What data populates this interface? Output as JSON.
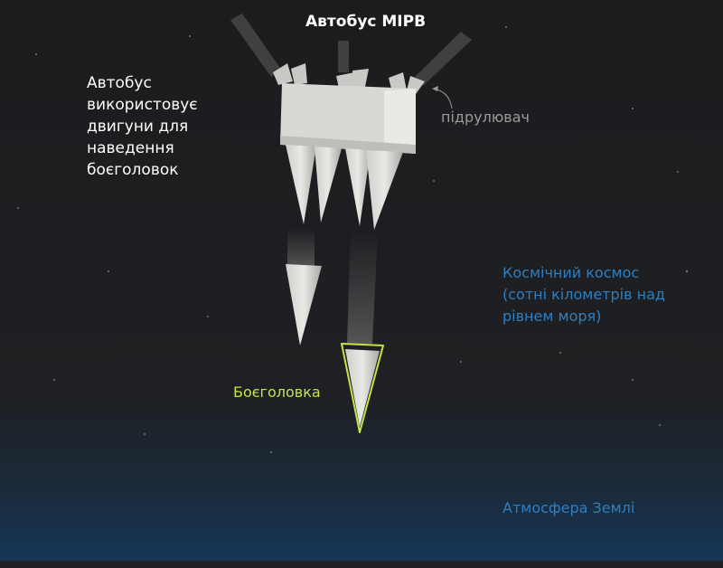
{
  "title": "Автобус MIPB",
  "bus_note": "Автобус використовує двигуни для наведення боєголовок",
  "thruster_label": "підрулювач",
  "space_label": "Космічний космос (сотні кілометрів над рівнем моря)",
  "atmosphere_label": "Атмосфера Землі",
  "warhead_label": "Боєголовка",
  "colors": {
    "highlight": "#c6e34a",
    "region_text": "#2e7fbf"
  }
}
